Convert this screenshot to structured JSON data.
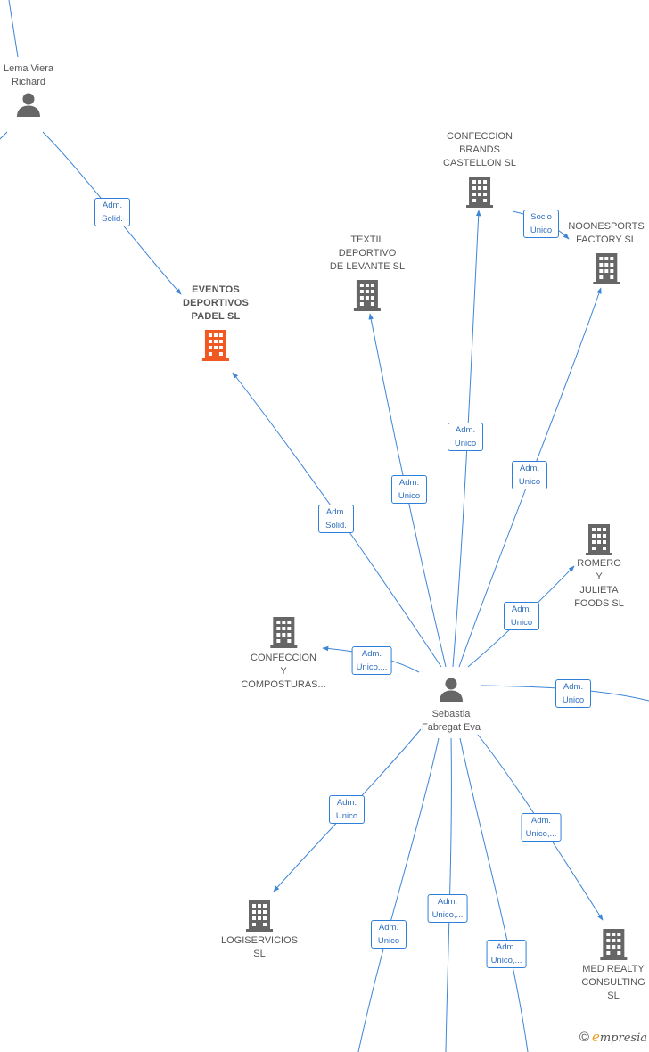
{
  "colors": {
    "edge": "#3d85d6",
    "label_border": "#2f80d8",
    "label_text": "#2f6fc0",
    "icon": "#666666",
    "icon_highlight": "#f05a22",
    "text": "#555555"
  },
  "nodes": [
    {
      "id": "lema",
      "type": "person",
      "label": "Lema Viera\nRichard"
    },
    {
      "id": "sebastia",
      "type": "person",
      "label": "Sebastia\nFabregat Eva"
    },
    {
      "id": "eventos",
      "type": "company",
      "label": "EVENTOS\nDEPORTIVOS\nPADEL  SL",
      "highlight": true
    },
    {
      "id": "textil",
      "type": "company",
      "label": "TEXTIL\nDEPORTIVO\nDE LEVANTE  SL"
    },
    {
      "id": "brands",
      "type": "company",
      "label": "CONFECCION\nBRANDS\nCASTELLON  SL"
    },
    {
      "id": "noonesports",
      "type": "company",
      "label": "NOONESPORTS\nFACTORY  SL"
    },
    {
      "id": "romero",
      "type": "company",
      "label": "ROMERO Y\nJULIETA\nFOODS  SL"
    },
    {
      "id": "composturas",
      "type": "company",
      "label": "CONFECCION\nY\nCOMPOSTURAS..."
    },
    {
      "id": "logiservicios",
      "type": "company",
      "label": "LOGISERVICIOS\nSL"
    },
    {
      "id": "medrealty",
      "type": "company",
      "label": "MED REALTY\nCONSULTING\nSL"
    }
  ],
  "edges": [
    {
      "id": "e1",
      "label": "Adm.\nSolid."
    },
    {
      "id": "e2",
      "label": "Adm.\nSolid."
    },
    {
      "id": "e3",
      "label": "Adm.\nUnico"
    },
    {
      "id": "e4",
      "label": "Adm.\nUnico"
    },
    {
      "id": "e5",
      "label": "Socio\nÚnico"
    },
    {
      "id": "e6",
      "label": "Adm.\nUnico"
    },
    {
      "id": "e7",
      "label": "Adm.\nUnico"
    },
    {
      "id": "e8",
      "label": "Adm.\nUnico,..."
    },
    {
      "id": "e9",
      "label": "Adm.\nUnico"
    },
    {
      "id": "e10",
      "label": "Adm.\nUnico"
    },
    {
      "id": "e11",
      "label": "Adm.\nUnico,..."
    },
    {
      "id": "e12",
      "label": "Adm.\nUnico"
    },
    {
      "id": "e13",
      "label": "Adm.\nUnico,..."
    },
    {
      "id": "e14",
      "label": "Adm.\nUnico,..."
    }
  ],
  "footer": {
    "copyright_symbol": "©",
    "brand_initial": "e",
    "brand_rest": "mpresia"
  }
}
